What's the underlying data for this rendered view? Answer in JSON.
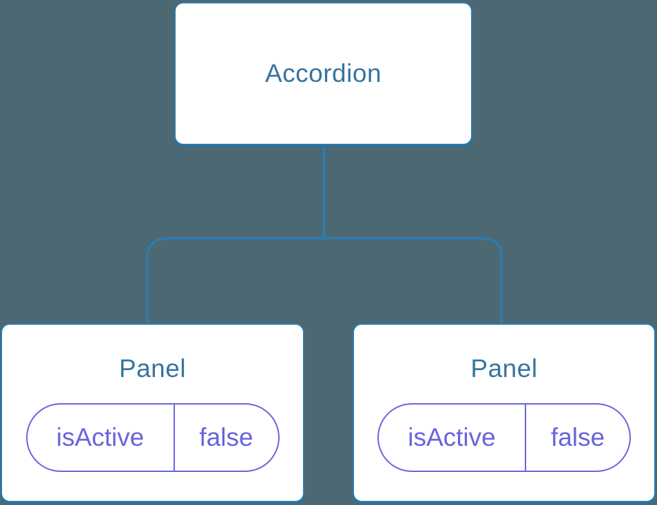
{
  "tree": {
    "root": {
      "label": "Accordion"
    },
    "children": [
      {
        "label": "Panel",
        "state": {
          "key": "isActive",
          "value": "false"
        }
      },
      {
        "label": "Panel",
        "state": {
          "key": "isActive",
          "value": "false"
        }
      }
    ]
  },
  "colors": {
    "background": "#4C6873",
    "connector_blue": "#2D7CAD",
    "node_border_blue": "#2D7CAD",
    "node_title_blue": "#35769E",
    "state_purple": "#6765DC",
    "node_background": "#ffffff"
  }
}
